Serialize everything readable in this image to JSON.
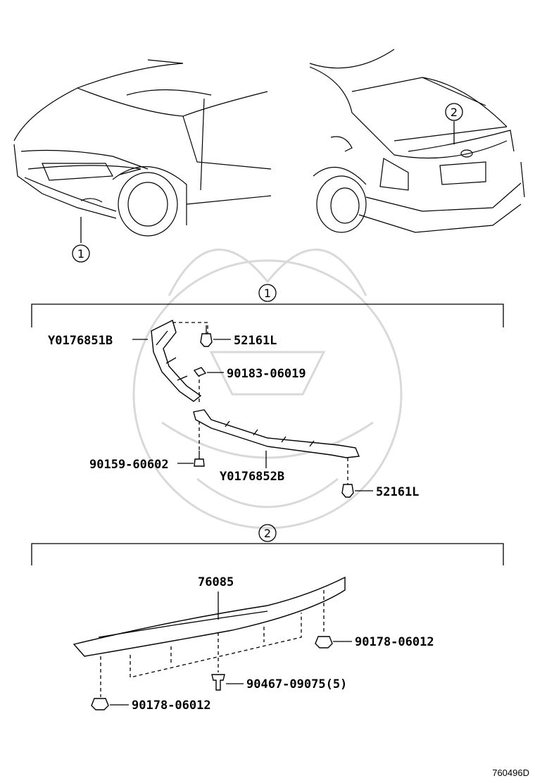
{
  "callouts": {
    "front_bumper_ref": "1",
    "rear_spoiler_ref": "2"
  },
  "section_front": {
    "marker": "1",
    "parts": {
      "upper_spoiler": "Y0176851B",
      "clip_top": "52161L",
      "nut": "90183-06019",
      "lower_spoiler": "Y0176852B",
      "bolt": "90159-60602",
      "clip_bottom": "52161L"
    }
  },
  "section_rear": {
    "marker": "2",
    "parts": {
      "spoiler": "76085",
      "nut_right": "90178-06012",
      "clip_center": "90467-09075(5)",
      "nut_left": "90178-06012"
    }
  },
  "diagram_code": "760496D"
}
